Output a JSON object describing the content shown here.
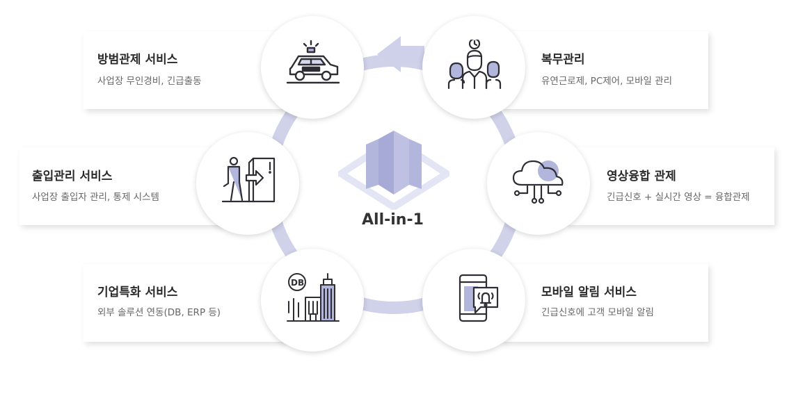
{
  "center": {
    "label": "All-in-1"
  },
  "services": [
    {
      "title": "방범관제 서비스",
      "desc": "사업장 무인경비, 긴급출동",
      "icon": "police-car-icon"
    },
    {
      "title": "복무관리",
      "desc": "유연근로제, PC제어, 모바일 관리",
      "icon": "staff-clock-icon"
    },
    {
      "title": "출입관리 서비스",
      "desc": "사업장 출입자 관리, 통제 시스템",
      "icon": "entry-door-icon"
    },
    {
      "title": "영상융합 관제",
      "desc": "긴급신호 + 실시간 영상 = 융합관제",
      "icon": "cloud-network-icon"
    },
    {
      "title": "기업특화 서비스",
      "desc": "외부 솔루션 연동(DB, ERP 등)",
      "icon": "db-building-icon"
    },
    {
      "title": "모바일 알림 서비스",
      "desc": "긴급신호에 고객 모바일 알림",
      "icon": "mobile-alarm-icon"
    }
  ],
  "colors": {
    "accent": "#b3b6dc",
    "ring": "#d0d2ea",
    "icon_stroke": "#2d2d33"
  }
}
